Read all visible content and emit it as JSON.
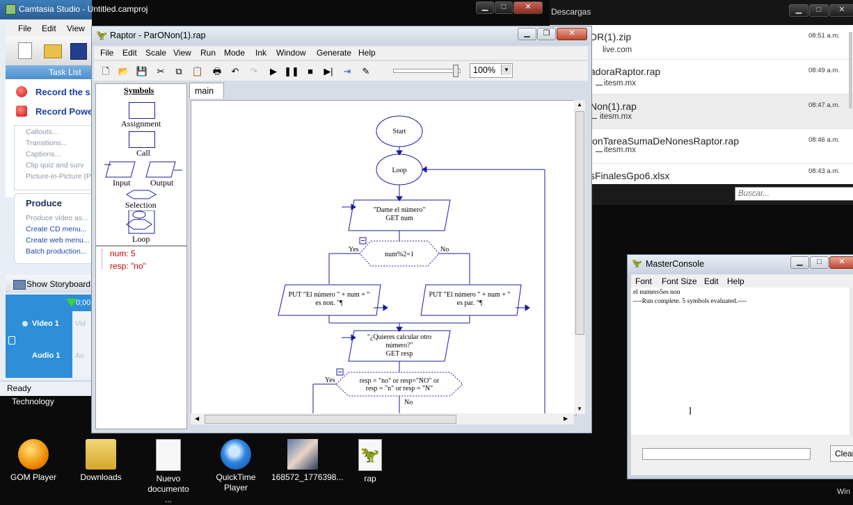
{
  "camtasia": {
    "title": "Camtasia Studio - Untitled.camproj",
    "menu": [
      "File",
      "Edit",
      "View"
    ],
    "task_list": "Task List",
    "record_screen": "Record the s",
    "record_ppt": "Record Powe",
    "edit_links": [
      "Callouts...",
      "Transitions...",
      "Captions...",
      "Clip quiz and surv",
      "Picture-in-Picture (P"
    ],
    "produce_heading": "Produce",
    "produce_links": [
      "Produce video as...",
      "Create CD menu...",
      "Create web menu...",
      "Batch production..."
    ],
    "storyboard": "Show Storyboard",
    "timecode": "0;00",
    "tracks": [
      "Video 1",
      "Audio 1"
    ],
    "track_placeholder": [
      "Vid",
      "Au"
    ],
    "status": "Ready",
    "technology": "Technology"
  },
  "downloads": {
    "title": "Descargas",
    "items": [
      {
        "name": "DR(1).zip",
        "source": "live.com",
        "time": "08:51 a.m."
      },
      {
        "name": "adoraRaptor.rap",
        "source": "itesm.mx",
        "time": "08:49 a.m."
      },
      {
        "name": "Non(1).rap",
        "source": "itesm.mx",
        "time": "08:47 a.m."
      },
      {
        "name": "ionTareaSumaDeNonesRaptor.rap",
        "source": "itesm.mx",
        "time": "08:46 a.m."
      },
      {
        "name": "sFinalesGpo6.xlsx",
        "source": "",
        "time": "08:43 a.m."
      }
    ],
    "search_placeholder": "Buscar..."
  },
  "raptor": {
    "title": "Raptor - ParONon(1).rap",
    "menu": [
      "File",
      "Edit",
      "Scale",
      "View",
      "Run",
      "Mode",
      "Ink",
      "Window",
      "Generate",
      "Help"
    ],
    "zoom": "100%",
    "speed_fraction": 0.95,
    "symbols_title": "Symbols",
    "symbols": [
      "Assignment",
      "Call",
      "Input",
      "Output",
      "Selection",
      "Loop"
    ],
    "tab": "main",
    "variables": [
      "num: 5",
      "resp: \"no\""
    ],
    "flow": {
      "start": "Start",
      "loop": "Loop",
      "input1_l1": "\"Dame el número\"",
      "input1_l2": "GET num",
      "cond1": "num%2=1",
      "yes": "Yes",
      "no": "No",
      "out_left_l1": "PUT \"El número \" + num + \"",
      "out_left_l2": "es non. \"¶",
      "out_right_l1": "PUT \"El número \" + num + \"",
      "out_right_l2": "es par. \"¶",
      "input2_l1": "\"¿Quieres calcular otro",
      "input2_l2": "número?\"",
      "input2_l3": "GET resp",
      "cond2_l1": "resp = \"no\" or resp=\"NO\" or",
      "cond2_l2": "resp = \"n\" or resp = \"N\""
    }
  },
  "console": {
    "title": "MasterConsole",
    "menu": [
      "Font",
      "Font Size",
      "Edit",
      "Help"
    ],
    "lines": [
      "el numero5es non",
      "----Run complete.  5 symbols evaluated.----"
    ],
    "clear": "Clear",
    "cursor": "I"
  },
  "desktop": {
    "icons": [
      "GOM Player",
      "Downloads",
      "Nuevo documento ...",
      "QuickTime Player",
      "168572_1776398...",
      "rap"
    ],
    "corner": "Win"
  },
  "colors": {
    "flow_line": "#1a1aa0",
    "var_text": "#cc0000",
    "desktop_bg": "#0b0b0b"
  }
}
